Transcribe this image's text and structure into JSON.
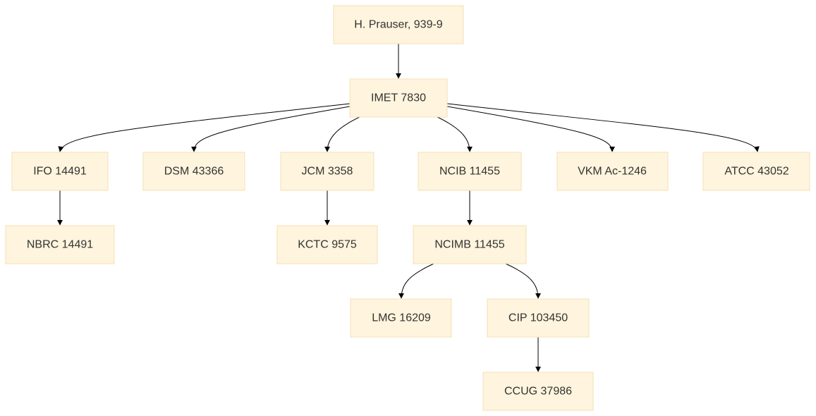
{
  "nodes": {
    "prauser": {
      "label": "H. Prauser, 939-9"
    },
    "imet": {
      "label": "IMET 7830"
    },
    "ifo": {
      "label": "IFO 14491"
    },
    "dsm": {
      "label": "DSM 43366"
    },
    "jcm": {
      "label": "JCM 3358"
    },
    "ncib": {
      "label": "NCIB 11455"
    },
    "vkm": {
      "label": "VKM Ac-1246"
    },
    "atcc": {
      "label": "ATCC 43052"
    },
    "nbrc": {
      "label": "NBRC 14491"
    },
    "kctc": {
      "label": "KCTC 9575"
    },
    "ncimb": {
      "label": "NCIMB 11455"
    },
    "lmg": {
      "label": "LMG 16209"
    },
    "cip": {
      "label": "CIP 103450"
    },
    "ccug": {
      "label": "CCUG 37986"
    }
  },
  "edges": [
    [
      "prauser",
      "imet"
    ],
    [
      "imet",
      "ifo"
    ],
    [
      "imet",
      "dsm"
    ],
    [
      "imet",
      "jcm"
    ],
    [
      "imet",
      "ncib"
    ],
    [
      "imet",
      "vkm"
    ],
    [
      "imet",
      "atcc"
    ],
    [
      "ifo",
      "nbrc"
    ],
    [
      "jcm",
      "kctc"
    ],
    [
      "ncib",
      "ncimb"
    ],
    [
      "ncimb",
      "lmg"
    ],
    [
      "ncimb",
      "cip"
    ],
    [
      "cip",
      "ccug"
    ]
  ],
  "colors": {
    "node_fill": "#fff4dd",
    "node_border": "#f3e1b4",
    "text": "#333333",
    "edge": "#000000"
  }
}
